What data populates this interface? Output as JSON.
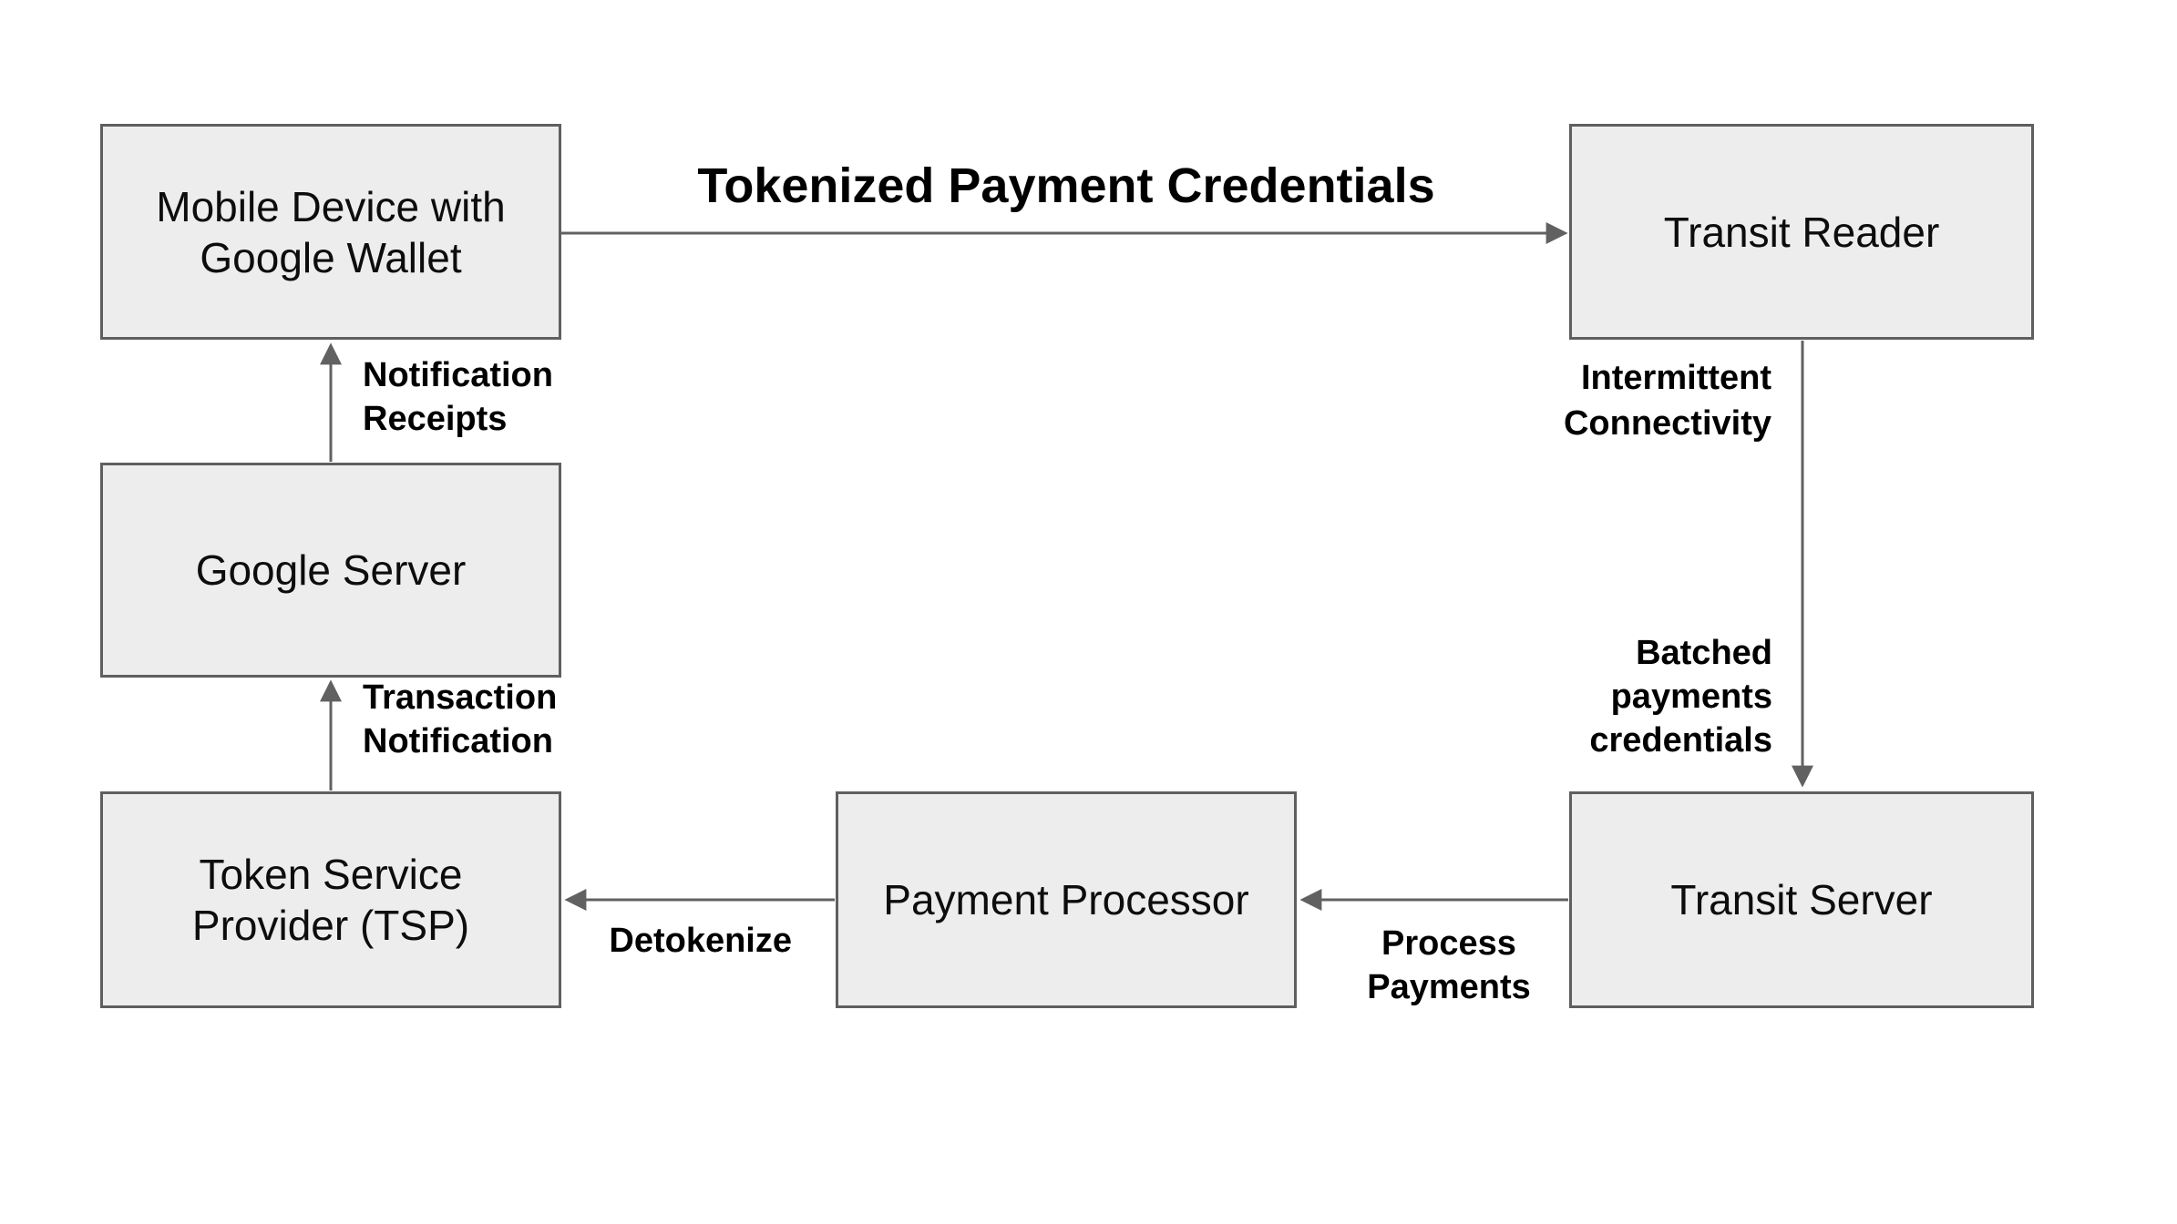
{
  "colors": {
    "background": "#ffffff",
    "box_fill": "#ededed",
    "box_border": "#5f5f5f",
    "connector": "#616161",
    "label_text": "#000000"
  },
  "nodes": {
    "mobile_device": {
      "label": "Mobile Device with Google Wallet"
    },
    "transit_reader": {
      "label": "Transit Reader"
    },
    "google_server": {
      "label": "Google Server"
    },
    "token_service_provider": {
      "label": "Token Service Provider (TSP)"
    },
    "payment_processor": {
      "label": "Payment Processor"
    },
    "transit_server": {
      "label": "Transit Server"
    }
  },
  "edges": {
    "tokenized_payment_credentials": {
      "from": "mobile_device",
      "to": "transit_reader",
      "label": "Tokenized Payment Credentials"
    },
    "notification_receipts": {
      "from": "google_server",
      "to": "mobile_device",
      "label": "Notification\nReceipts"
    },
    "transaction_notification": {
      "from": "token_service_provider",
      "to": "google_server",
      "label": "Transaction\nNotification"
    },
    "reader_to_server": {
      "from": "transit_reader",
      "to": "transit_server",
      "label_top": "Intermittent\nConnectivity",
      "label_bottom": "Batched\npayments\ncredentials"
    },
    "process_payments": {
      "from": "transit_server",
      "to": "payment_processor",
      "label": "Process\nPayments"
    },
    "detokenize": {
      "from": "payment_processor",
      "to": "token_service_provider",
      "label": "Detokenize"
    }
  }
}
